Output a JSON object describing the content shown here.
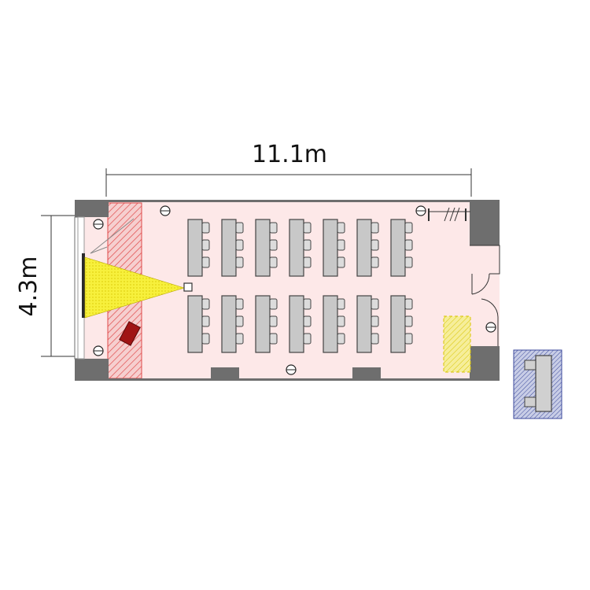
{
  "dimensions": {
    "width_label": "11.1m",
    "height_label": "4.3m"
  },
  "room": {
    "floor_color": "#fde8e8",
    "wall_color": "#6e6e6e",
    "stage_hatch_color": "#e04a4a",
    "projection_color": "#f7f03c",
    "podium_color": "#a01414"
  },
  "seating": {
    "rows": 2,
    "tables_per_row": 7,
    "chairs_per_table": 3
  },
  "accessory": {
    "hatch_color": "#3c4a9c",
    "fill_color": "#c8cde6"
  },
  "icons": [
    "ceiling-speaker-icon",
    "projector-screen-icon",
    "projector-icon",
    "coat-rack-icon",
    "door-swing-icon"
  ]
}
